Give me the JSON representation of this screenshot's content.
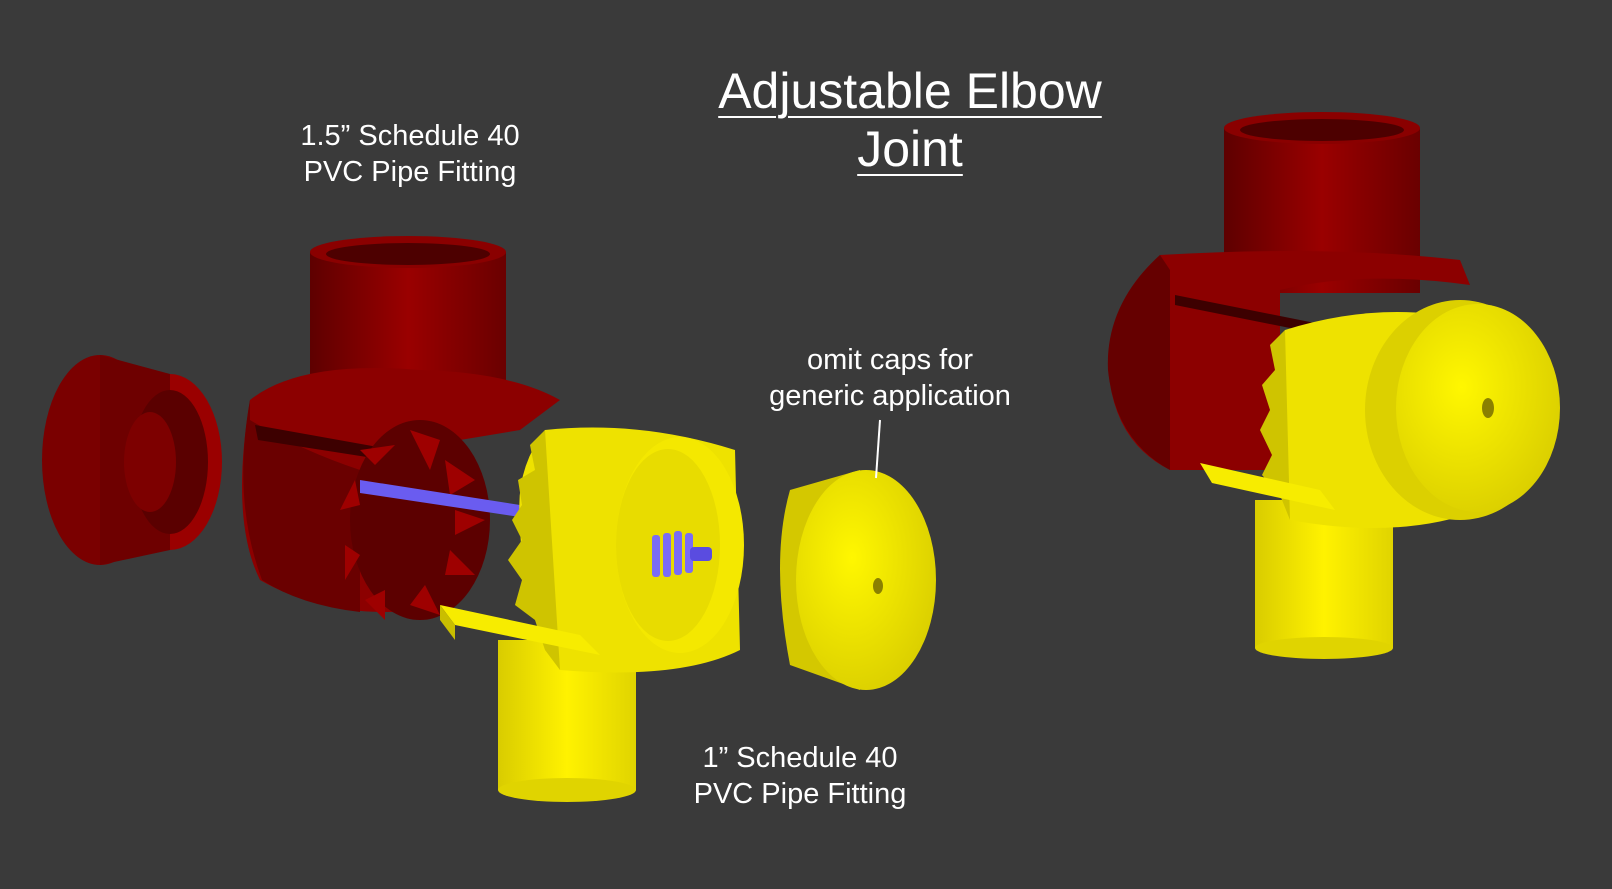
{
  "title": "Adjustable Elbow Joint",
  "labels": {
    "large_fitting": [
      "1.5” Schedule 40",
      "PVC Pipe Fitting"
    ],
    "small_fitting": [
      "1” Schedule 40",
      "PVC Pipe Fitting"
    ],
    "caps_note": [
      "omit caps for",
      "generic application"
    ]
  },
  "colors": {
    "background": "#3a3a3a",
    "red_part": "#8b0000",
    "yellow_part": "#f2e600",
    "rod": "#6a5cf0",
    "text": "#ffffff"
  }
}
